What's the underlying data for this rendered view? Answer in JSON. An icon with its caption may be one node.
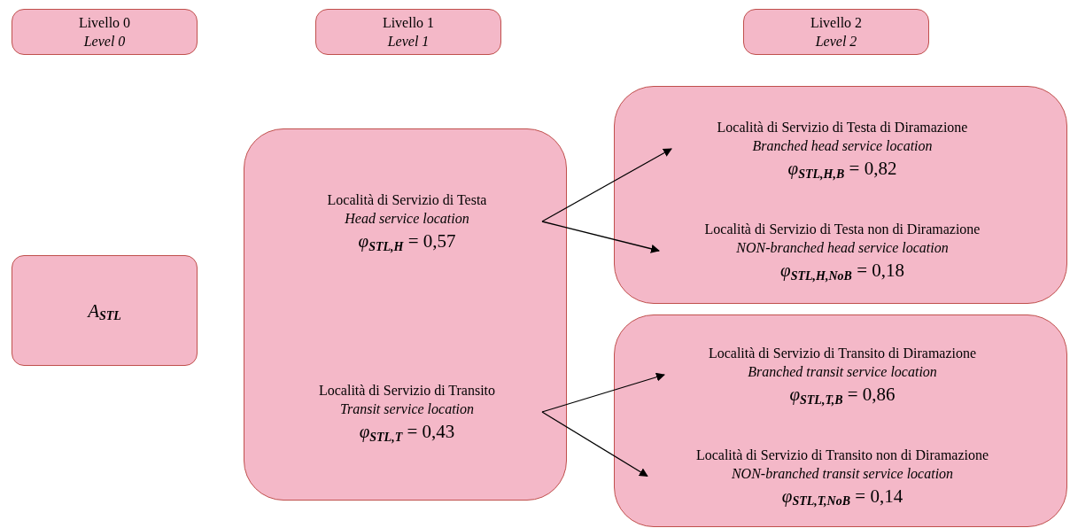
{
  "diagram": {
    "nodes": [
      {
        "text": [
          "Livello 0",
          "Level 0"
        ]
      },
      {
        "text": [
          "Livello 1",
          "Level 1"
        ]
      },
      {
        "text": [
          "Livello 2",
          "Level 2"
        ]
      },
      {
        "text": [
          "*A*$_{STL}$"
        ]
      },
      {
        "text": [],
        "shape": "box"
      },
      {
        "text": [
          "Località di Servizio di Testa",
          "Head service location",
          "*φ*$_{STL,H}$ = 0,57"
        ],
        "in": 4
      },
      {
        "text": [
          "Località di Servizio di Transito",
          "Transit service location",
          "*φ*$_{STL,T}$ = 0,43"
        ],
        "in": 4
      },
      {
        "text": [],
        "shape": "box"
      },
      {
        "text": [
          "Località di Servizio di Testa di Diramazione",
          "Branched head service location",
          "*φ*$_{STL,H,B}$ = 0,82"
        ],
        "in": 7
      },
      {
        "text": [
          "Località di Servizio di Testa non di Diramazione",
          "NON-branched head service location",
          "*φ*$_{STL,H,NoB}$ = 0,18"
        ],
        "in": 7
      },
      {
        "text": [],
        "shape": "box"
      },
      {
        "text": [
          "Località di Servizio di Transito di Diramazione",
          "Branched transit service location",
          "*φ*$_{STL,T,B}$ = 0,86"
        ],
        "in": 10
      },
      {
        "text": [
          "Località di Servizio di Transito non di Diramazione",
          "NON-branched transit service location",
          "*φ*$_{STL,T,NoB}$ = 0,14"
        ],
        "in": 10
      }
    ],
    "edges": [
      {
        "from": 5,
        "to": 8,
        "arrow": "to"
      },
      {
        "from": 5,
        "to": 9,
        "arrow": "to"
      },
      {
        "from": 6,
        "to": 11,
        "arrow": "to"
      },
      {
        "from": 6,
        "to": 12,
        "arrow": "to"
      }
    ]
  }
}
